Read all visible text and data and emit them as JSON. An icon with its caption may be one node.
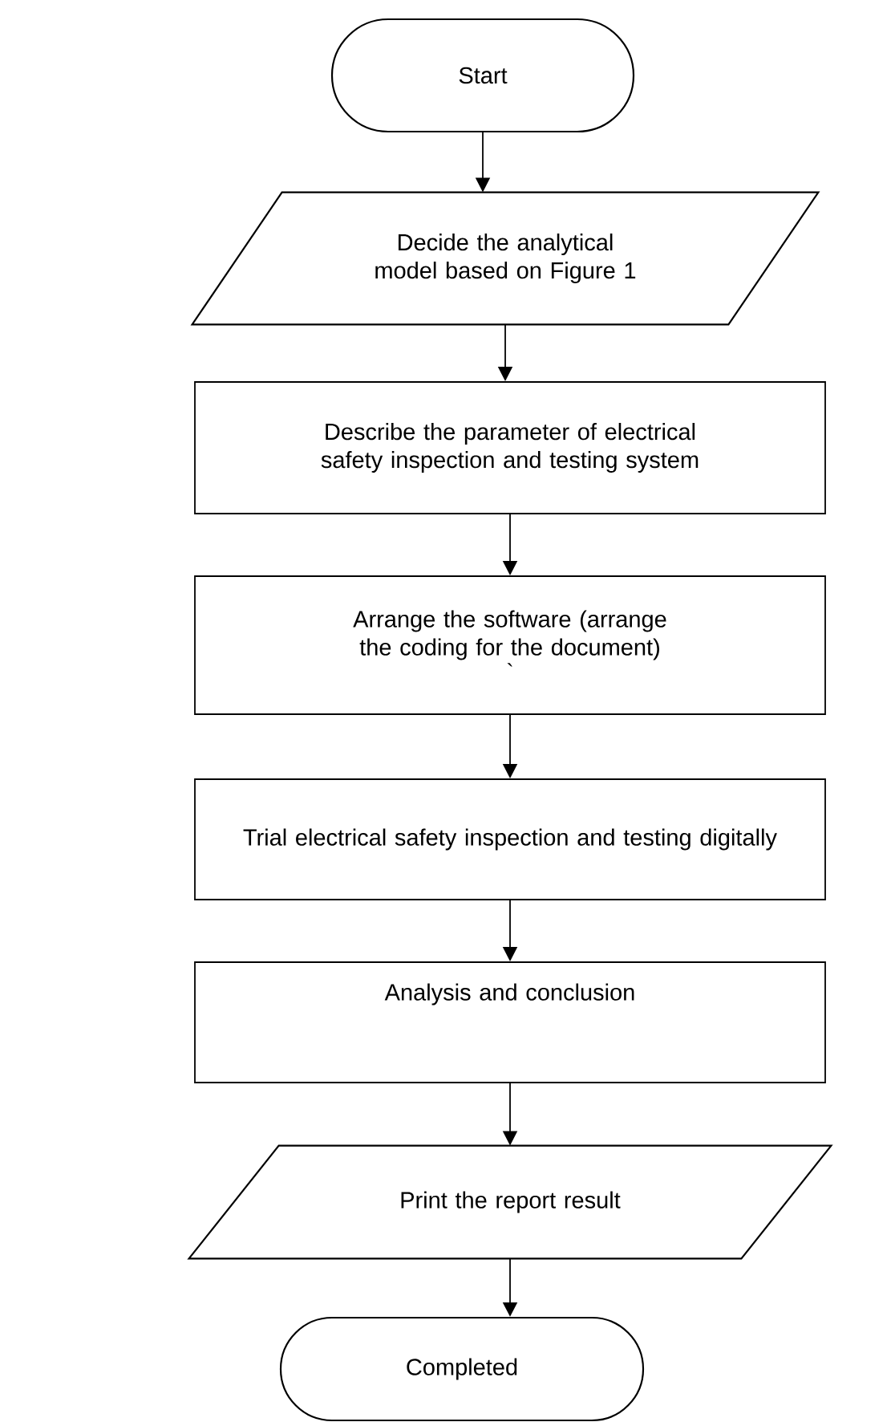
{
  "diagram": {
    "nodes": [
      {
        "text": [
          "Start"
        ]
      },
      {
        "text": [
          "Decide the analytical model based on Figure 1"
        ]
      },
      {
        "text": [
          "Describe the parameter of electrical safety inspection and testing system"
        ]
      },
      {
        "text": [
          "Arrange the software (arrange the coding for the document)",
          "`"
        ]
      },
      {
        "text": [
          "Trial electrical safety inspection and testing digitally"
        ]
      },
      {
        "text": [
          "Analysis and conclusion"
        ]
      },
      {
        "text": [
          "Print the report result"
        ]
      },
      {
        "text": [
          "Completed"
        ]
      }
    ],
    "edges": [
      {
        "from": 0,
        "to": 1,
        "arrow": "to"
      },
      {
        "from": 1,
        "to": 2,
        "arrow": "to"
      },
      {
        "from": 2,
        "to": 3,
        "arrow": "to"
      },
      {
        "from": 3,
        "to": 4,
        "arrow": "to"
      },
      {
        "from": 4,
        "to": 5,
        "arrow": "to"
      },
      {
        "from": 5,
        "to": 6,
        "arrow": "to"
      },
      {
        "from": 6,
        "to": 7,
        "arrow": "to"
      }
    ]
  }
}
